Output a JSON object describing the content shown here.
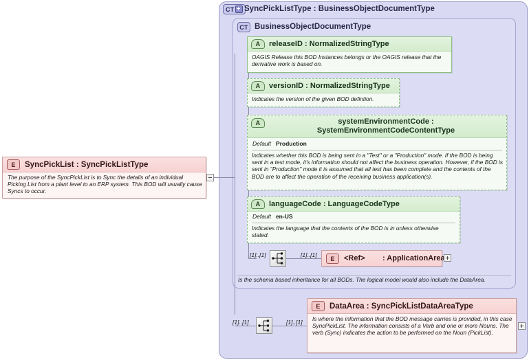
{
  "diagram": {
    "kind": "xsd-schema-documentation",
    "root_element": {
      "badge": "E",
      "label": "SyncPickList : SyncPickListType",
      "annotation": "The purpose of the SyncPickList is to Sync the details of an individual Picking List from a plant level to an ERP system. This BOD will usually cause Syncs to occur.",
      "collapse_icon": "minus-icon"
    },
    "complex_type_outer": {
      "badge": "CT",
      "expander": "plus-icon",
      "label": "SyncPickListType : BusinessObjectDocumentType"
    },
    "complex_type_inner": {
      "badge": "CT",
      "label": "BusinessObjectDocumentType"
    },
    "attributes": [
      {
        "badge": "A",
        "label": "releaseID : NormalizedStringType",
        "required": true,
        "annotation": "OAGIS Release this BOD Instances belongs or the OAGIS release that the derivative work is based on."
      },
      {
        "badge": "A",
        "label": "versionID : NormalizedStringType",
        "required": false,
        "annotation": "Indicates the version of the given BOD defintion."
      },
      {
        "badge": "A",
        "label": "systemEnvironmentCode : SystemEnvironmentCodeContentType",
        "required": false,
        "default_key": "Default",
        "default_value": "Production",
        "annotation": "Indicates whether this BOD is being sent in a \"Test\" or a \"Production\" mode. If the BOD is being sent in a test mode, it's information should not affect the business operation. However, if the BOD is sent in \"Production\" mode it is assumed that all test has been complete and the contents of the BOD are to affect the operation of the receiving business application(s)."
      },
      {
        "badge": "A",
        "label": "languageCode : LanguageCodeType",
        "required": false,
        "default_key": "Default",
        "default_value": "en-US",
        "annotation": "Indicates the language that the contents of the BOD is in unless otherwise stated."
      }
    ],
    "sequence_inner": {
      "icon": "sequence-compositor-icon",
      "cardinality_left": "[1]..[1]",
      "cardinality_right": "[1]..[1]"
    },
    "ref_element": {
      "badge": "E",
      "label": "<Ref>",
      "type": ": ApplicationArea",
      "expander": "plus-icon"
    },
    "inner_note": "Is the schema based inheritance for all BODs. The logical model would also include the DataArea.",
    "sequence_outer": {
      "icon": "sequence-compositor-icon",
      "cardinality_left": "[1]..[1]",
      "cardinality_right": "[1]..[1]"
    },
    "data_area_element": {
      "badge": "E",
      "label": "DataArea : SyncPickListDataAreaType",
      "annotation": "Is where the information that the BOD message carries is provided, in this case SyncPickList. The information consists of a Verb and one or more Nouns. The verb (Sync) indicates the action to be performed on the Noun (PickList).",
      "expander": "plus-icon"
    }
  }
}
